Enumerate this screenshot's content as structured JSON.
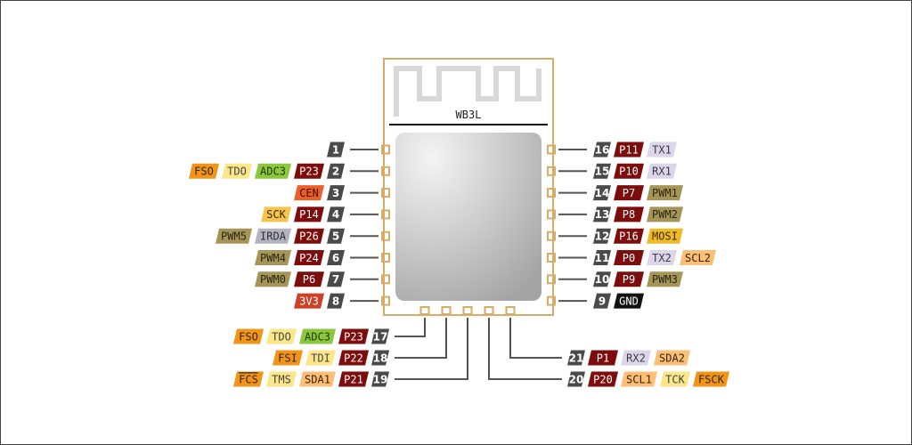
{
  "module": {
    "name": "WB3L",
    "colors": {
      "border": "#d6ad66",
      "pad": "#f1dcb8",
      "wire": "#555555"
    }
  },
  "palette": {
    "num": {
      "bg": "#4a4a4a",
      "fg": "#ffffff"
    },
    "gpio": {
      "bg": "#7d0c0c",
      "fg": "#ffffff"
    },
    "fso": {
      "bg": "#f39416",
      "fg": "#2a2a2a"
    },
    "jtag": {
      "bg": "#fce68a",
      "fg": "#444444"
    },
    "adc": {
      "bg": "#8dc63f",
      "fg": "#1c3b00"
    },
    "cen": {
      "bg": "#ec5e2a",
      "fg": "#3a1200"
    },
    "sck": {
      "bg": "#f5c44f",
      "fg": "#3d2c00"
    },
    "pwm": {
      "bg": "#a59558",
      "fg": "#2b260f"
    },
    "irda": {
      "bg": "#b3b3bf",
      "fg": "#2e2e33"
    },
    "v3": {
      "bg": "#cc4127",
      "fg": "#ffffff"
    },
    "uart": {
      "bg": "#ddd6ea",
      "fg": "#3a3a4a"
    },
    "mosi": {
      "bg": "#f0b928",
      "fg": "#3d2c00"
    },
    "scl": {
      "bg": "#fbbf78",
      "fg": "#3d2000"
    },
    "gnd": {
      "bg": "#111111",
      "fg": "#ffffff"
    }
  },
  "pins": {
    "left": [
      {
        "num": "1",
        "labels": []
      },
      {
        "num": "2",
        "labels": [
          {
            "text": "FSO",
            "t": "fso"
          },
          {
            "text": "TDO",
            "t": "jtag"
          },
          {
            "text": "ADC3",
            "t": "adc"
          },
          {
            "text": "P23",
            "t": "gpio"
          }
        ]
      },
      {
        "num": "3",
        "labels": [
          {
            "text": "CEN",
            "t": "cen"
          }
        ]
      },
      {
        "num": "4",
        "labels": [
          {
            "text": "SCK",
            "t": "sck"
          },
          {
            "text": "P14",
            "t": "gpio"
          }
        ]
      },
      {
        "num": "5",
        "labels": [
          {
            "text": "PWM5",
            "t": "pwm"
          },
          {
            "text": "IRDA",
            "t": "irda"
          },
          {
            "text": "P26",
            "t": "gpio"
          }
        ]
      },
      {
        "num": "6",
        "labels": [
          {
            "text": "PWM4",
            "t": "pwm"
          },
          {
            "text": "P24",
            "t": "gpio"
          }
        ]
      },
      {
        "num": "7",
        "labels": [
          {
            "text": "PWM0",
            "t": "pwm"
          },
          {
            "text": "P6",
            "t": "gpio"
          }
        ]
      },
      {
        "num": "8",
        "labels": [
          {
            "text": "3V3",
            "t": "v3"
          }
        ]
      }
    ],
    "right": [
      {
        "num": "16",
        "labels": [
          {
            "text": "P11",
            "t": "gpio"
          },
          {
            "text": "TX1",
            "t": "uart"
          }
        ]
      },
      {
        "num": "15",
        "labels": [
          {
            "text": "P10",
            "t": "gpio"
          },
          {
            "text": "RX1",
            "t": "uart"
          }
        ]
      },
      {
        "num": "14",
        "labels": [
          {
            "text": "P7",
            "t": "gpio"
          },
          {
            "text": "PWM1",
            "t": "pwm"
          }
        ]
      },
      {
        "num": "13",
        "labels": [
          {
            "text": "P8",
            "t": "gpio"
          },
          {
            "text": "PWM2",
            "t": "pwm"
          }
        ]
      },
      {
        "num": "12",
        "labels": [
          {
            "text": "P16",
            "t": "gpio"
          },
          {
            "text": "MOSI",
            "t": "mosi"
          }
        ]
      },
      {
        "num": "11",
        "labels": [
          {
            "text": "P0",
            "t": "gpio"
          },
          {
            "text": "TX2",
            "t": "uart"
          },
          {
            "text": "SCL2",
            "t": "scl"
          }
        ]
      },
      {
        "num": "10",
        "labels": [
          {
            "text": "P9",
            "t": "gpio"
          },
          {
            "text": "PWM3",
            "t": "pwm"
          }
        ]
      },
      {
        "num": "9",
        "labels": [
          {
            "text": "GND",
            "t": "gnd"
          }
        ]
      }
    ],
    "bottom_left": [
      {
        "num": "17",
        "labels": [
          {
            "text": "FSO",
            "t": "fso"
          },
          {
            "text": "TDO",
            "t": "jtag"
          },
          {
            "text": "ADC3",
            "t": "adc"
          },
          {
            "text": "P23",
            "t": "gpio"
          }
        ]
      },
      {
        "num": "18",
        "labels": [
          {
            "text": "FSI",
            "t": "fso"
          },
          {
            "text": "TDI",
            "t": "jtag"
          },
          {
            "text": "P22",
            "t": "gpio"
          }
        ]
      },
      {
        "num": "19",
        "labels": [
          {
            "text": "FCS",
            "t": "fso",
            "overline": true
          },
          {
            "text": "TMS",
            "t": "jtag"
          },
          {
            "text": "SDA1",
            "t": "scl"
          },
          {
            "text": "P21",
            "t": "gpio"
          }
        ]
      }
    ],
    "bottom_right": [
      {
        "num": "21",
        "labels": [
          {
            "text": "P1",
            "t": "gpio"
          },
          {
            "text": "RX2",
            "t": "uart"
          },
          {
            "text": "SDA2",
            "t": "scl"
          }
        ]
      },
      {
        "num": "20",
        "labels": [
          {
            "text": "P20",
            "t": "gpio"
          },
          {
            "text": "SCL1",
            "t": "scl"
          },
          {
            "text": "TCK",
            "t": "jtag"
          },
          {
            "text": "FSCK",
            "t": "fso"
          }
        ]
      }
    ]
  }
}
